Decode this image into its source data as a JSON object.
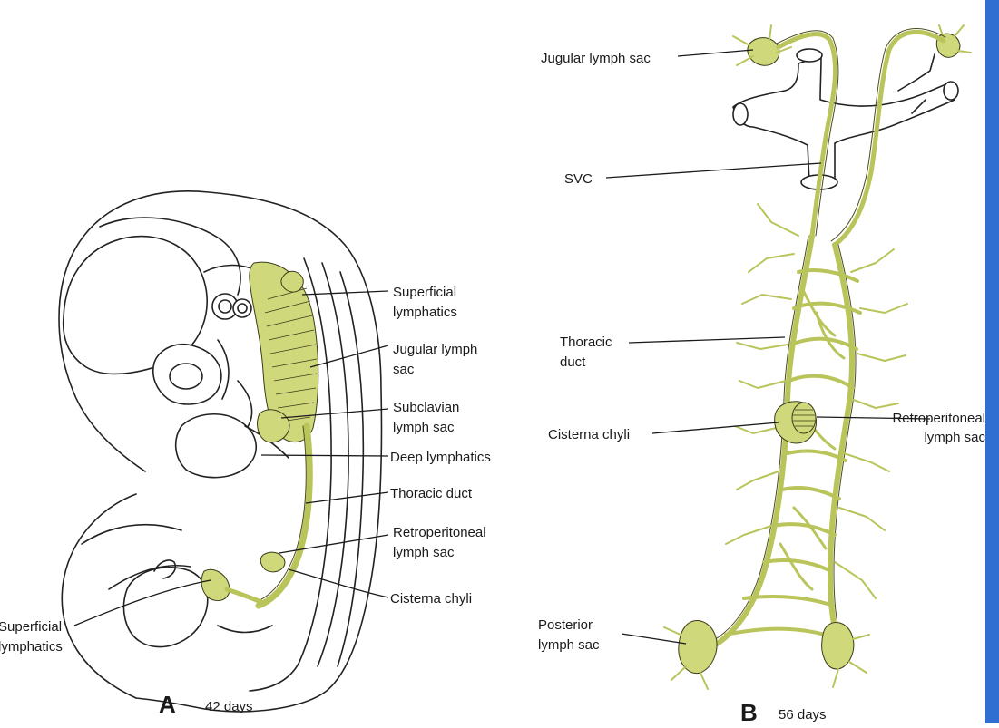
{
  "panel_a": {
    "letter": "A",
    "age": "42 days",
    "labels": {
      "superficial_upper_1": "Superficial",
      "superficial_upper_2": "lymphatics",
      "jugular_1": "Jugular lymph",
      "jugular_2": "sac",
      "subclavian_1": "Subclavian",
      "subclavian_2": "lymph sac",
      "deep": "Deep lymphatics",
      "thoracic": "Thoracic duct",
      "retro_1": "Retroperitoneal",
      "retro_2": "lymph sac",
      "cisterna": "Cisterna chyli",
      "superficial_lower_1": "Superficial",
      "superficial_lower_2": "lymphatics"
    }
  },
  "panel_b": {
    "letter": "B",
    "age": "56 days",
    "labels": {
      "jugular": "Jugular lymph sac",
      "svc": "SVC",
      "thoracic_1": "Thoracic",
      "thoracic_2": "duct",
      "cisterna": "Cisterna chyli",
      "retro_1": "Retroperitoneal",
      "retro_2": "lymph sac",
      "posterior_1": "Posterior",
      "posterior_2": "lymph sac"
    }
  },
  "colors": {
    "lymph_fill": "#cfd87a",
    "line": "#1a1a1a",
    "edge_strip": "#2f6fd1"
  }
}
